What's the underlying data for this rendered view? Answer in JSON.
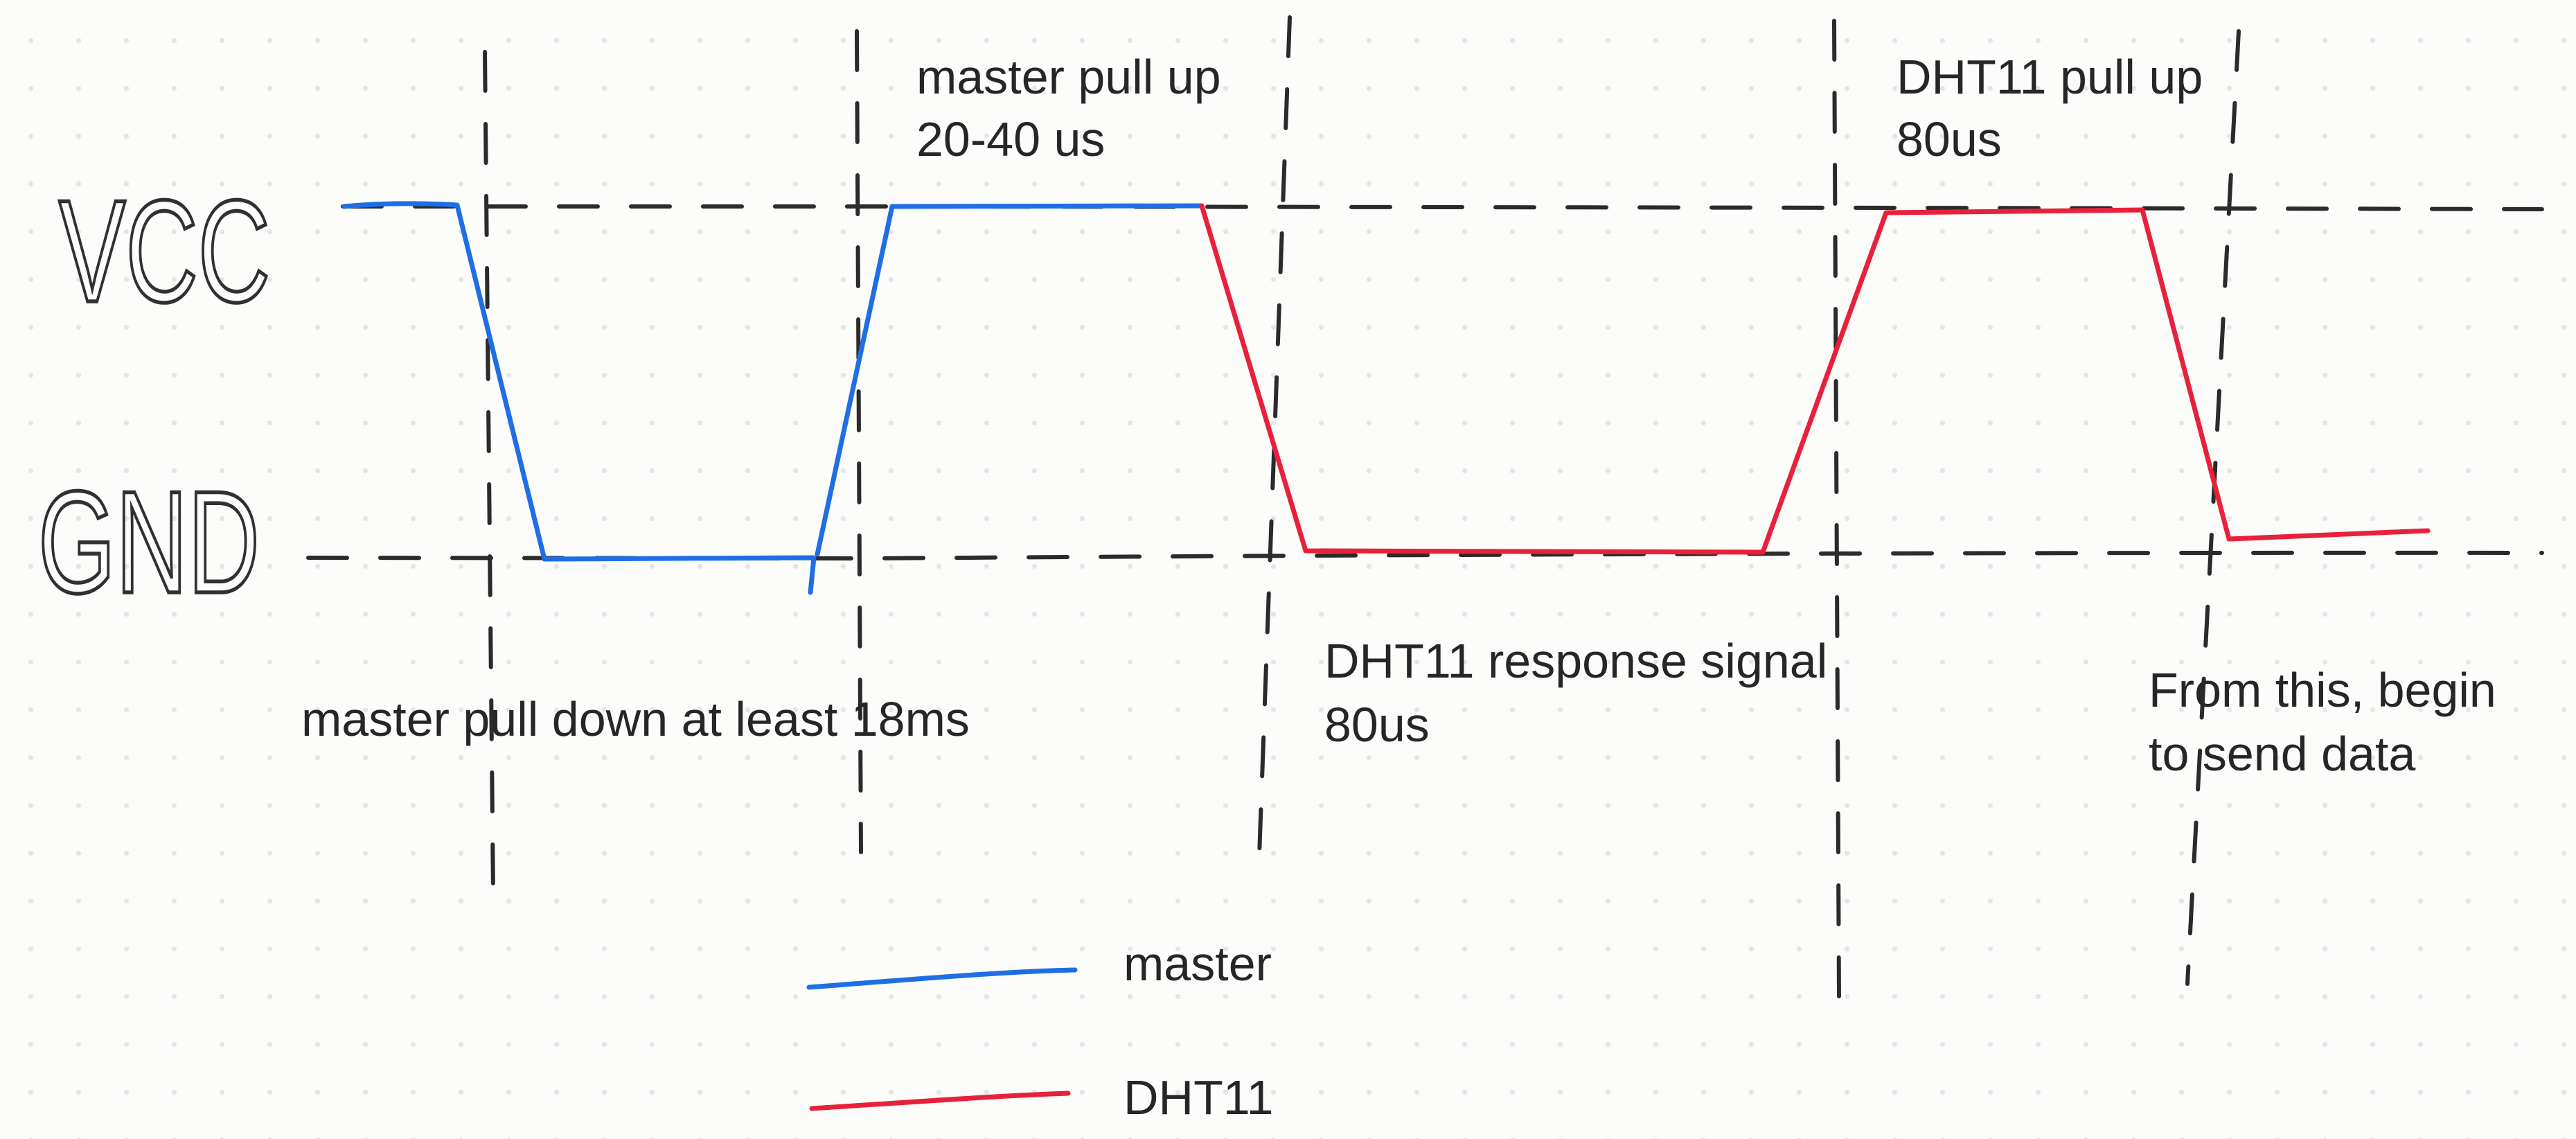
{
  "diagram": {
    "levels": {
      "high": "VCC",
      "low": "GND"
    },
    "annotations": {
      "master_low": "master pull down at least 18ms",
      "master_high_1": "master pull up",
      "master_high_2": "20-40 us",
      "response_1": "DHT11 response signal",
      "response_2": "80us",
      "dht_high_1": "DHT11 pull up",
      "dht_high_2": "80us",
      "begin_1": "From this, begin",
      "begin_2": "to send data"
    },
    "legend": [
      {
        "label": "master",
        "color": "#1e6fe6"
      },
      {
        "label": "DHT11",
        "color": "#e8213a"
      }
    ],
    "colors": {
      "master": "#1e6fe6",
      "dht11": "#e8213a",
      "ink": "#262626"
    }
  }
}
